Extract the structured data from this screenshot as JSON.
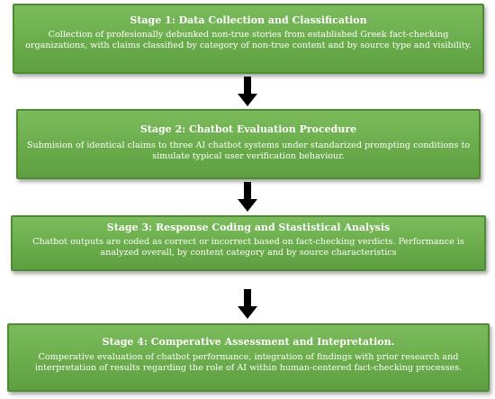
{
  "stages": [
    {
      "title": "Stage 1: Data Collection and Classification",
      "text": "Collection of profesionally debunked non-true stories from established Greek fact-checking organizations, with claims classified by category of non-true content and by source type and visibility."
    },
    {
      "title": "Stage 2: Chatbot Evaluation Procedure",
      "text": "Submision of identical claims to three AI chatbot systems under standarized prompting conditions to simulate typical user verification behaviour."
    },
    {
      "title": "Stage 3: Response Coding and Stastistical Analysis",
      "text": "Chatbot outputs are coded as correct or incorrect based on fact-checking verdicts. Performance is analyzed overall, by content category and by source characteristics"
    },
    {
      "title": "Stage 4: Comperative Assessment and Intepretation.",
      "text": "Comperative evaluation of chatbot performance, integration of findings with prior research and interpretation of results regarding the role of AI within human-centered fact-checking processes."
    }
  ],
  "colors": {
    "box_fill": "#6aac4b",
    "box_border": "#4f8a34",
    "text": "#ffffff",
    "arrow": "#000000"
  },
  "icons": {
    "connector": "down-arrow-icon"
  }
}
